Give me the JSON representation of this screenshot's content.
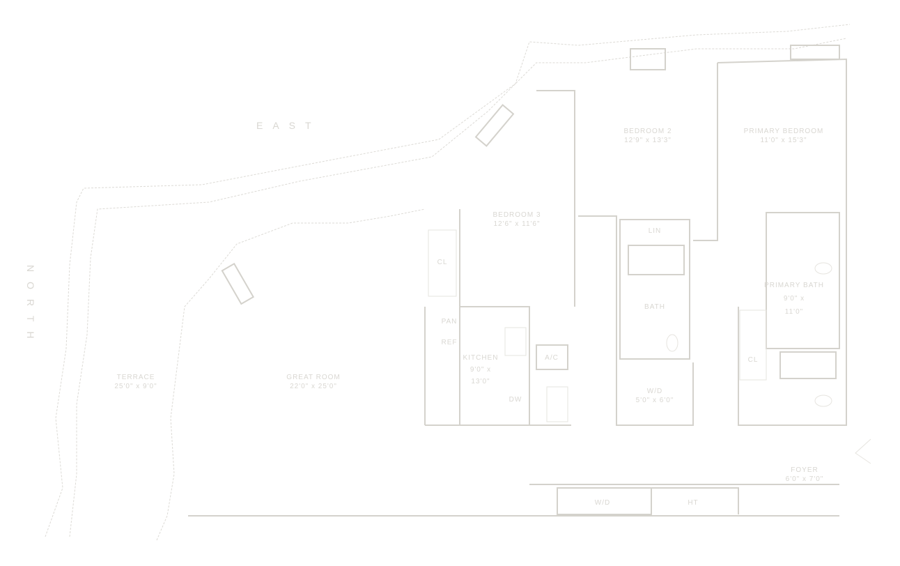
{
  "compass": {
    "east": "EAST",
    "north": "NORTH"
  },
  "rooms": {
    "bedroom2": {
      "name": "BEDROOM 2",
      "size": "12'9\" x 13'3\""
    },
    "primary_bedroom": {
      "name": "PRIMARY BEDROOM",
      "size": "11'0\" x 15'3\""
    },
    "bedroom3": {
      "name": "BEDROOM 3",
      "size": "12'6\" x 11'6\""
    },
    "bath": {
      "name": "BATH"
    },
    "primary_bath": {
      "name": "PRIMARY BATH",
      "size": "9'0\" x",
      "size2": "11'0\""
    },
    "kitchen": {
      "name": "KITCHEN",
      "size": "9'0\" x",
      "size2": "13'0\""
    },
    "wd": {
      "name": "W/D",
      "size": "5'0\" x 6'0\""
    },
    "terrace": {
      "name": "TERRACE",
      "size": "25'0\" x 9'0\""
    },
    "great_room": {
      "name": "GREAT ROOM",
      "size": "22'0\" x 25'0\""
    },
    "foyer": {
      "name": "FOYER",
      "size": "6'0\" x 7'0\""
    }
  },
  "fixtures": {
    "closet": "CL",
    "pantry": "PAN",
    "ref": "REF",
    "dw": "DW",
    "wd_short": "W/D",
    "lin": "LIN",
    "ac": "A/C",
    "ht": "HT"
  }
}
